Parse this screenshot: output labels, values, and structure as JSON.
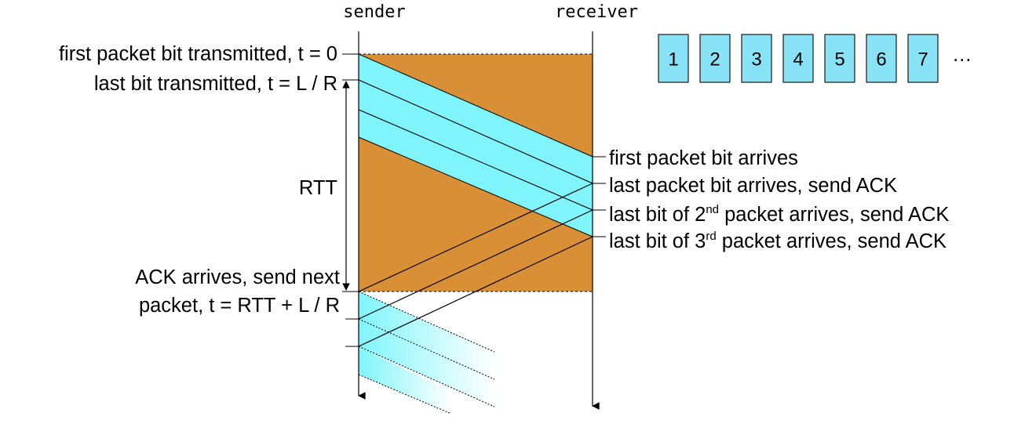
{
  "headers": {
    "sender": "sender",
    "receiver": "receiver"
  },
  "left_labels": {
    "first_bit": "first packet bit transmitted, t = 0",
    "last_bit": "last bit transmitted, t = L / R",
    "rtt": "RTT",
    "ack_line1": "ACK arrives, send next",
    "ack_line2": "packet, t = RTT + L / R"
  },
  "right_labels": {
    "first_arrives": "first packet bit arrives",
    "last_arrives": "last packet bit arrives, send ACK",
    "second_prefix": "last bit of 2",
    "second_sup": "nd",
    "second_suffix": " packet arrives, send ACK",
    "third_prefix": "last bit of 3",
    "third_sup": "rd",
    "third_suffix": " packet arrives, send ACK"
  },
  "packet_queue": {
    "numbers": [
      "1",
      "2",
      "3",
      "4",
      "5",
      "6",
      "7"
    ],
    "ellipsis": "…"
  },
  "colors": {
    "window_fill": "#d98f35",
    "packet_fill": "#7ff5fb",
    "box_fill": "#87e3f5",
    "line": "#000000"
  }
}
